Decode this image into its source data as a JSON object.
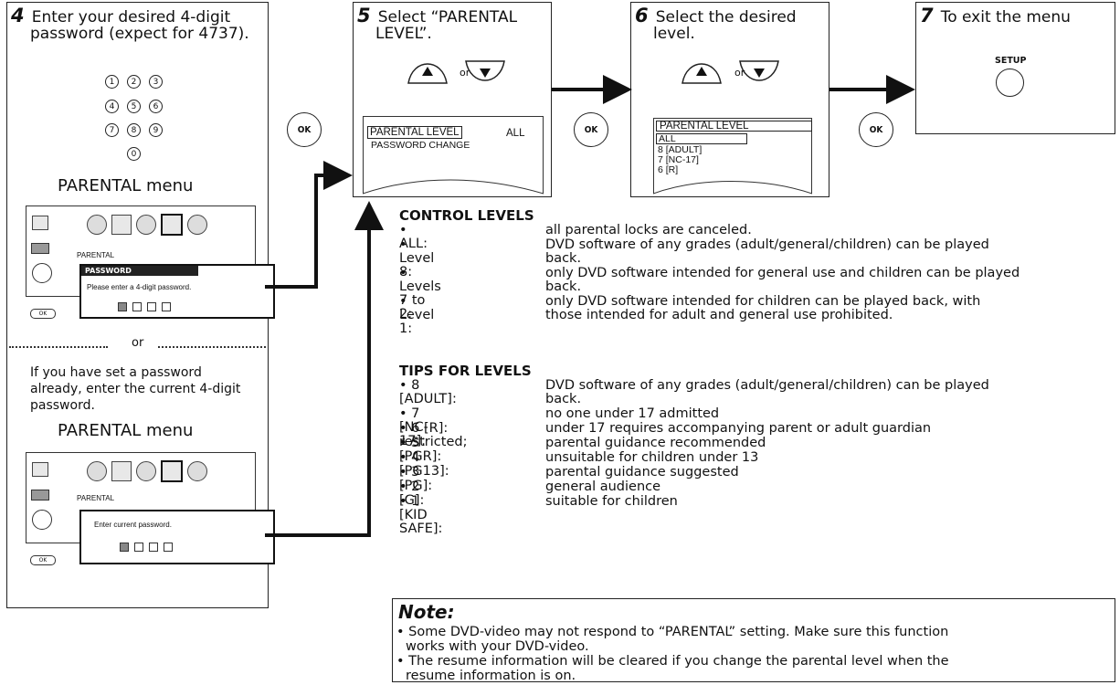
{
  "step4": {
    "num": "4",
    "line1": "Enter your desired 4-digit",
    "line2": "password (expect for 4737).",
    "keys": [
      "1",
      "2",
      "3",
      "4",
      "5",
      "6",
      "7",
      "8",
      "9",
      "0"
    ],
    "menu_title": "PARENTAL menu",
    "menu_tab": "PARENTAL",
    "pw_bar": "PASSWORD",
    "pw_prompt": "Please enter a 4-digit password.",
    "or_label": "or",
    "alt_line1": "If you have set a password",
    "alt_line2": "already, enter the current 4-digit",
    "alt_line3": "password.",
    "menu_title2": "PARENTAL menu",
    "menu_tab2": "PARENTAL",
    "current_prompt": "Enter current password.",
    "ok_small": "OK"
  },
  "step5": {
    "num": "5",
    "line1": "Select “PARENTAL",
    "line2": "LEVEL”.",
    "or_label": "or",
    "screen_row1_label": "PARENTAL LEVEL",
    "screen_row1_value": "ALL",
    "screen_row2_label": "PASSWORD CHANGE"
  },
  "step6": {
    "num": "6",
    "line1": "Select the desired",
    "line2": "level.",
    "or_label": "or",
    "screen_items": [
      "PARENTAL LEVEL",
      "ALL",
      "8 [ADULT]",
      "7 [NC-17]",
      "6 [R]"
    ]
  },
  "step7": {
    "num": "7",
    "line1": "To exit the menu",
    "setup_label": "SETUP"
  },
  "ok_buttons": [
    "OK",
    "OK",
    "OK"
  ],
  "control_levels": {
    "title": "CONTROL LEVELS",
    "rows": [
      {
        "key": "• ALL:",
        "lines": [
          "all parental locks are canceled."
        ]
      },
      {
        "key": "• Level 8:",
        "lines": [
          "DVD software of any grades (adult/general/children) can be played",
          "back."
        ]
      },
      {
        "key": "• Levels 7 to 2:",
        "lines": [
          "only DVD software intended for general use and children can be played",
          "back."
        ]
      },
      {
        "key": "• Level 1:",
        "lines": [
          "only DVD software intended for children can be played back, with",
          "those intended for adult and general use prohibited."
        ]
      }
    ]
  },
  "tips": {
    "title": "TIPS FOR LEVELS",
    "rows": [
      {
        "key": "• 8 [ADULT]:",
        "lines": [
          "DVD software of any grades (adult/general/children) can be played",
          "back."
        ]
      },
      {
        "key": "• 7 [NC-17]:",
        "lines": [
          "no one under 17 admitted"
        ]
      },
      {
        "key": "• 6 [R]: restricted;",
        "lines": [
          "under 17 requires accompanying parent or adult guardian"
        ]
      },
      {
        "key": "• 5 [PGR]:",
        "lines": [
          "parental guidance recommended"
        ]
      },
      {
        "key": "• 4 [PG13]:",
        "lines": [
          "unsuitable for children under 13"
        ]
      },
      {
        "key": "• 3 [PG]:",
        "lines": [
          "parental guidance suggested"
        ]
      },
      {
        "key": "• 2 [G]:",
        "lines": [
          "general audience"
        ]
      },
      {
        "key": "• 1 [KID SAFE]:",
        "lines": [
          "suitable for children"
        ]
      }
    ]
  },
  "note": {
    "title": "Note:",
    "bullets": [
      {
        "l1": "• Some DVD-video may not respond to “PARENTAL” setting. Make sure this function",
        "l2": "works with your DVD-video."
      },
      {
        "l1": "• The resume information will be cleared if you change the parental level when the",
        "l2": "resume information is on."
      }
    ]
  }
}
